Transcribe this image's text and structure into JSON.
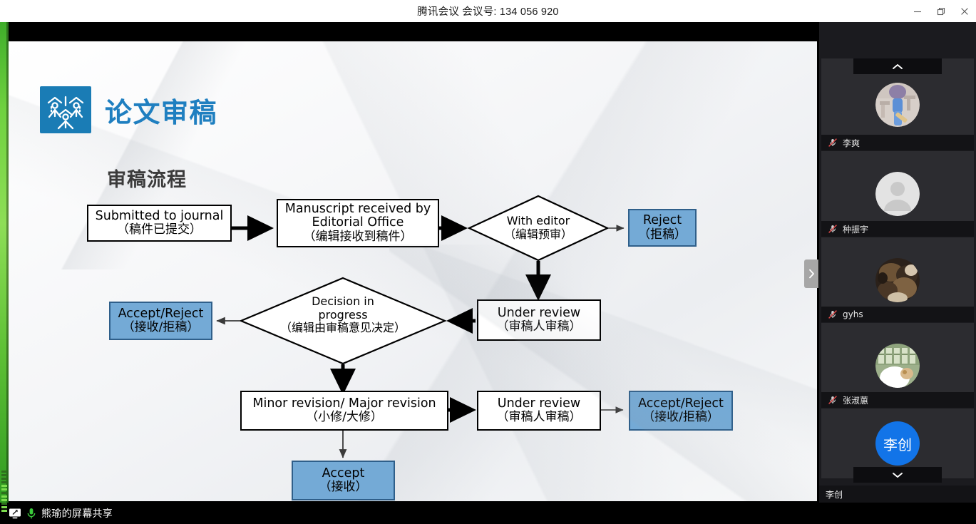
{
  "window": {
    "title": "腾讯会议 会议号: 134 056 920",
    "controls": [
      {
        "name": "minimize",
        "label": "—"
      },
      {
        "name": "restore",
        "label": "❐"
      },
      {
        "name": "close",
        "label": "✕"
      }
    ]
  },
  "slide": {
    "logo_icon": "graduates-logo-icon",
    "title": "论文审稿",
    "subtitle": "审稿流程",
    "accent_color": "#1f7fc0",
    "node_fill_blue": "#74AAD6"
  },
  "flowchart": {
    "type": "flowchart",
    "nodes": [
      {
        "id": "n1",
        "shape": "rect",
        "fill": "white",
        "en": "Submitted to journal",
        "zh": "（稿件已提交）"
      },
      {
        "id": "n2",
        "shape": "rect",
        "fill": "white",
        "en": "Manuscript received by",
        "en2": "Editorial Office",
        "zh": "（编辑接收到稿件）"
      },
      {
        "id": "n3",
        "shape": "diamond",
        "fill": "white",
        "en": "With editor",
        "zh": "（编辑预审）"
      },
      {
        "id": "n4",
        "shape": "rect",
        "fill": "blue",
        "en": "Reject",
        "zh": "（拒稿）"
      },
      {
        "id": "n5",
        "shape": "rect",
        "fill": "white",
        "en": "Under review",
        "zh": "（审稿人审稿）"
      },
      {
        "id": "n6",
        "shape": "diamond",
        "fill": "white",
        "en": "Decision in",
        "en2": "progress",
        "zh": "（编辑由审稿意见决定）"
      },
      {
        "id": "n7",
        "shape": "rect",
        "fill": "blue",
        "en": "Accept/Reject",
        "zh": "（接收/拒稿）"
      },
      {
        "id": "n8",
        "shape": "rect",
        "fill": "white",
        "en": "Minor revision/ Major revision",
        "zh": "（小修/大修）"
      },
      {
        "id": "n9",
        "shape": "rect",
        "fill": "white",
        "en": "Under review",
        "zh": "（审稿人审稿）"
      },
      {
        "id": "n10",
        "shape": "rect",
        "fill": "blue",
        "en": "Accept/Reject",
        "zh": "（接收/拒稿）"
      },
      {
        "id": "n11",
        "shape": "rect",
        "fill": "blue",
        "en": "Accept",
        "zh": "（接收）"
      }
    ],
    "edges": [
      {
        "from": "n1",
        "to": "n2",
        "weight": "thick"
      },
      {
        "from": "n2",
        "to": "n3",
        "weight": "thick"
      },
      {
        "from": "n3",
        "to": "n4",
        "weight": "thin"
      },
      {
        "from": "n3",
        "to": "n5",
        "weight": "thick"
      },
      {
        "from": "n5",
        "to": "n6",
        "weight": "thick"
      },
      {
        "from": "n6",
        "to": "n7",
        "weight": "thin"
      },
      {
        "from": "n6",
        "to": "n8",
        "weight": "thick"
      },
      {
        "from": "n8",
        "to": "n9",
        "weight": "thick"
      },
      {
        "from": "n9",
        "to": "n10",
        "weight": "thin"
      },
      {
        "from": "n8",
        "to": "n11",
        "weight": "thin"
      }
    ]
  },
  "panel": {
    "collapse_icon": "chevron-right-icon",
    "scroll_up_icon": "chevron-up-icon",
    "scroll_down_icon": "chevron-down-icon",
    "participants": [
      {
        "name": "李爽",
        "muted": true,
        "avatar": "photo"
      },
      {
        "name": "种振宇",
        "muted": true,
        "avatar": "default-person"
      },
      {
        "name": "gyhs",
        "muted": true,
        "avatar": "photo"
      },
      {
        "name": "张淑蕙",
        "muted": true,
        "avatar": "photo"
      },
      {
        "name": "李创",
        "muted": false,
        "avatar": "initials",
        "initials": "李创",
        "avatar_color": "#1274e8"
      }
    ],
    "self_name": "李创"
  },
  "statusbar": {
    "share_icon": "screen-share-icon",
    "mic_icon": "microphone-icon",
    "label": "熊瑜的屏幕共享"
  }
}
